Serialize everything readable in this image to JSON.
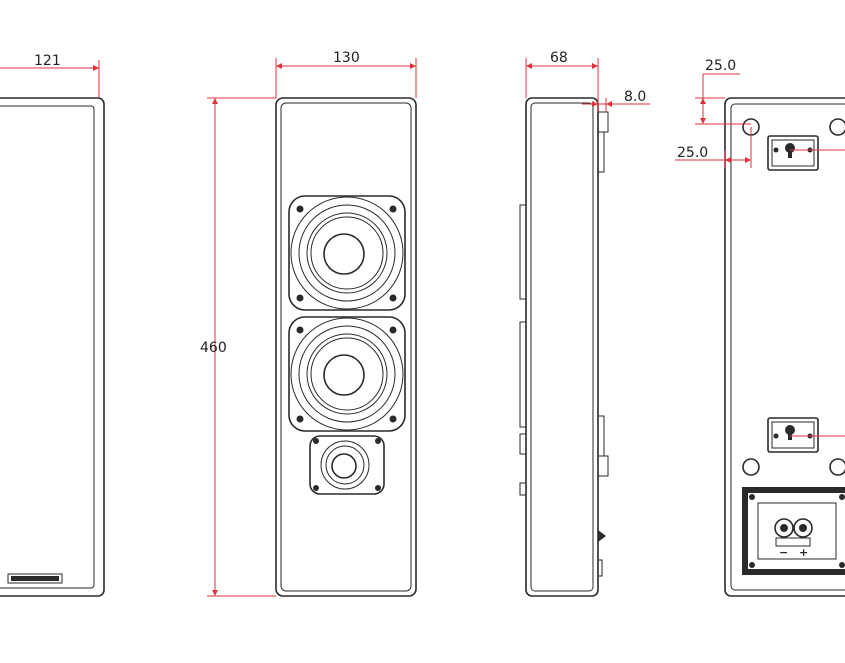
{
  "dimensions": {
    "width_front": "121",
    "width_side_front": "130",
    "height": "460",
    "depth": "68",
    "bracket_offset": "8.0",
    "mount_offset_top": "25.0",
    "mount_offset_left": "25.0"
  },
  "terminals": {
    "minus": "−",
    "plus": "+"
  },
  "colors": {
    "dimension_line": "#e0323c",
    "outline": "#2a2a2a",
    "background": "#ffffff"
  },
  "icons": {
    "logo_badge": "brand-logo-plate",
    "keyhole": "keyhole-mount-icon",
    "screw": "screw-hole-icon"
  }
}
